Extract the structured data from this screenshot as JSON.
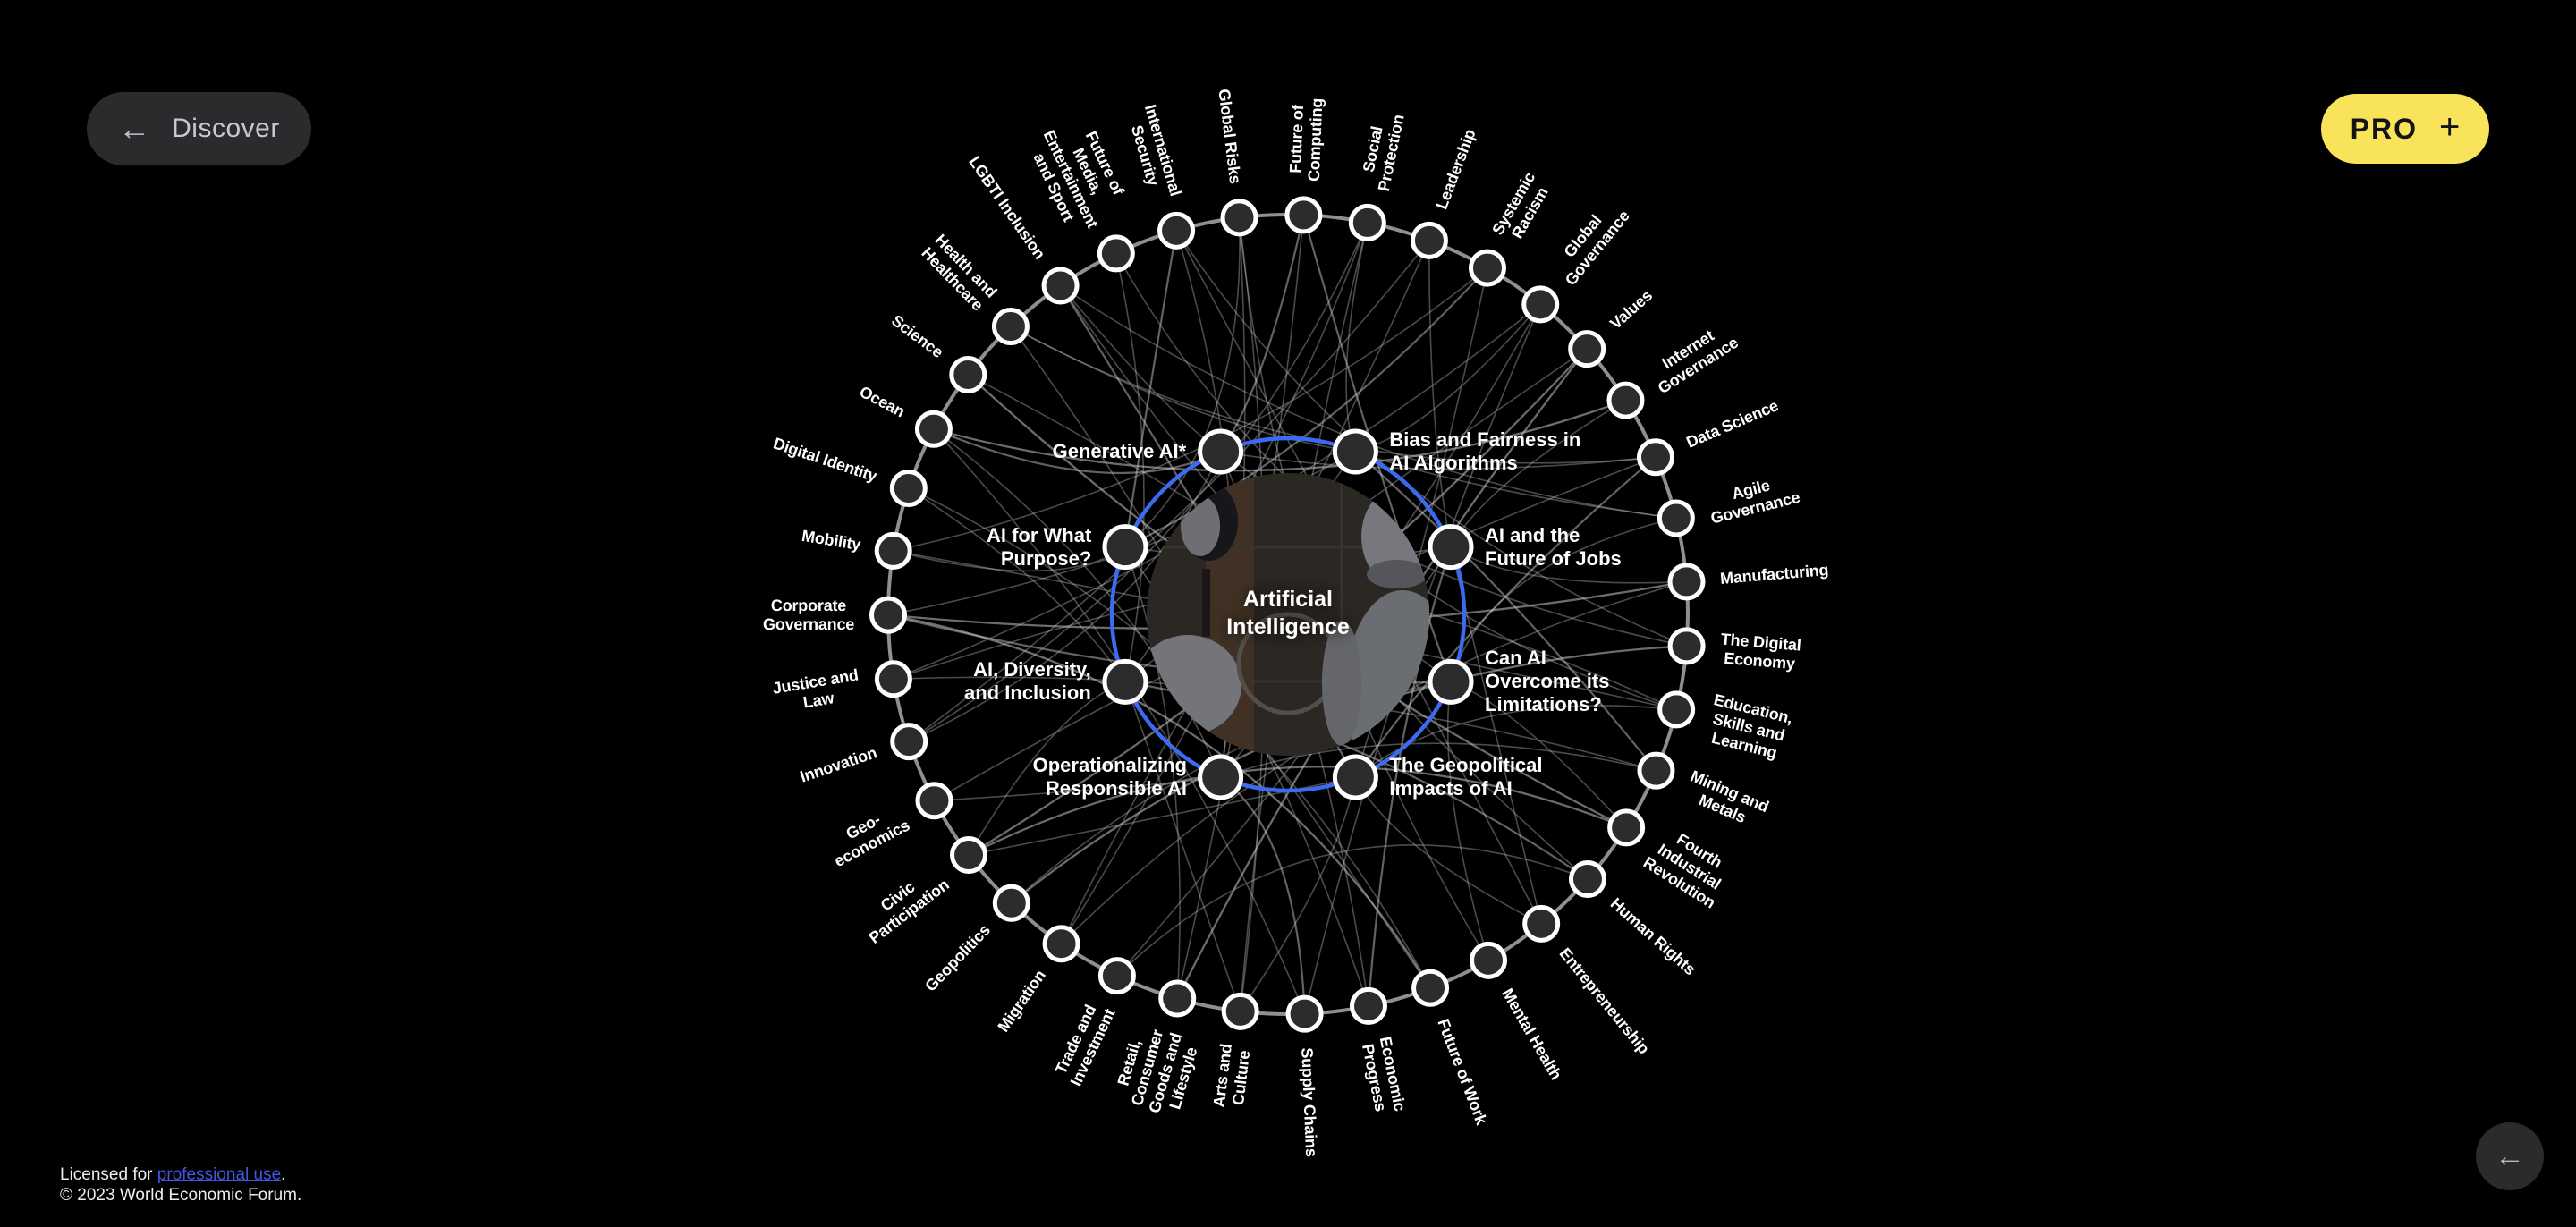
{
  "header": {
    "discover_label": "Discover",
    "back_icon": "arrow-left-icon",
    "pro_label": "PRO",
    "pro_plus": "+"
  },
  "footer": {
    "license_prefix": "Licensed for ",
    "license_link": "professional use",
    "license_suffix": ".",
    "copyright": "© 2023 World Economic Forum."
  },
  "map": {
    "center_title": "Artificial\nIntelligence",
    "colors": {
      "background": "#000000",
      "node_fill": "#2c2c2c",
      "node_stroke": "#ffffff",
      "ring_gray": "#8f8f8f",
      "ring_blue": "#3a6bf0",
      "link_gray": "#c4c4c4",
      "pro_yellow": "#f8e35a",
      "license_link_blue": "#4156e3"
    },
    "inner_topics": [
      {
        "label": "Generative AI*",
        "side": "left",
        "angle": 112.5
      },
      {
        "label": "Bias and Fairness in\nAI Algorithms",
        "side": "right",
        "angle": 67.5
      },
      {
        "label": "AI for What\nPurpose?",
        "side": "left",
        "angle": 157.5
      },
      {
        "label": "AI and the\nFuture of Jobs",
        "side": "right",
        "angle": 22.5
      },
      {
        "label": "AI, Diversity,\nand Inclusion",
        "side": "left",
        "angle": 202.5
      },
      {
        "label": "Can AI\nOvercome its\nLimitations?",
        "side": "right",
        "angle": 337.5
      },
      {
        "label": "Operationalizing\nResponsible AI",
        "side": "left",
        "angle": 247.5
      },
      {
        "label": "The Geopolitical\nImpacts of AI",
        "side": "right",
        "angle": 292.5
      }
    ],
    "outer_topics": [
      {
        "label": "Global Risks"
      },
      {
        "label": "Future of\nComputing"
      },
      {
        "label": "Social\nProtection"
      },
      {
        "label": "Leadership"
      },
      {
        "label": "Systemic\nRacism"
      },
      {
        "label": "Global\nGovernance"
      },
      {
        "label": "Values"
      },
      {
        "label": "Internet\nGovernance"
      },
      {
        "label": "Data Science"
      },
      {
        "label": "Agile\nGovernance"
      },
      {
        "label": "Manufacturing"
      },
      {
        "label": "The Digital\nEconomy"
      },
      {
        "label": "Education,\nSkills and\nLearning"
      },
      {
        "label": "Mining and\nMetals"
      },
      {
        "label": "Fourth\nIndustrial\nRevolution"
      },
      {
        "label": "Human Rights"
      },
      {
        "label": "Entrepreneurship"
      },
      {
        "label": "Mental Health"
      },
      {
        "label": "Future of Work"
      },
      {
        "label": "Economic\nProgress"
      },
      {
        "label": "Supply Chains"
      },
      {
        "label": "Arts and\nCulture"
      },
      {
        "label": "Retail,\nConsumer\nGoods and\nLifestyle"
      },
      {
        "label": "Trade and\nInvestment"
      },
      {
        "label": "Migration"
      },
      {
        "label": "Geopolitics"
      },
      {
        "label": "Civic\nParticipation"
      },
      {
        "label": "Geo-\neconomics"
      },
      {
        "label": "Innovation"
      },
      {
        "label": "Justice and\nLaw"
      },
      {
        "label": "Corporate\nGovernance"
      },
      {
        "label": "Mobility"
      },
      {
        "label": "Digital Identity"
      },
      {
        "label": "Ocean"
      },
      {
        "label": "Science"
      },
      {
        "label": "Health and\nHealthcare"
      },
      {
        "label": "LGBTI Inclusion"
      },
      {
        "label": "Future of\nMedia,\nEntertainment\nand Sport"
      },
      {
        "label": "International\nSecurity"
      }
    ],
    "inner_links": [
      [
        0,
        1
      ],
      [
        0,
        8
      ],
      [
        0,
        11
      ],
      [
        0,
        19
      ],
      [
        0,
        28
      ],
      [
        0,
        33
      ],
      [
        0,
        36
      ],
      [
        1,
        2
      ],
      [
        1,
        5
      ],
      [
        1,
        9
      ],
      [
        1,
        13
      ],
      [
        1,
        24
      ],
      [
        1,
        30
      ],
      [
        1,
        35
      ],
      [
        2,
        0
      ],
      [
        2,
        4
      ],
      [
        2,
        12
      ],
      [
        2,
        18
      ],
      [
        2,
        22
      ],
      [
        2,
        31
      ],
      [
        2,
        38
      ],
      [
        3,
        3
      ],
      [
        3,
        7
      ],
      [
        3,
        10
      ],
      [
        3,
        16
      ],
      [
        3,
        19
      ],
      [
        3,
        23
      ],
      [
        3,
        29
      ],
      [
        4,
        2
      ],
      [
        4,
        6
      ],
      [
        4,
        15
      ],
      [
        4,
        21
      ],
      [
        4,
        26
      ],
      [
        4,
        32
      ],
      [
        4,
        37
      ],
      [
        5,
        1
      ],
      [
        5,
        9
      ],
      [
        5,
        14
      ],
      [
        5,
        17
      ],
      [
        5,
        25
      ],
      [
        5,
        30
      ],
      [
        5,
        34
      ],
      [
        6,
        0
      ],
      [
        6,
        5
      ],
      [
        6,
        13
      ],
      [
        6,
        20
      ],
      [
        6,
        27
      ],
      [
        6,
        33
      ],
      [
        6,
        38
      ],
      [
        7,
        4
      ],
      [
        7,
        8
      ],
      [
        7,
        12
      ],
      [
        7,
        16
      ],
      [
        7,
        21
      ],
      [
        7,
        26
      ],
      [
        7,
        36
      ]
    ],
    "outer_links": [
      [
        0,
        17
      ],
      [
        1,
        22
      ],
      [
        2,
        28
      ],
      [
        3,
        24
      ],
      [
        4,
        31
      ],
      [
        5,
        20
      ],
      [
        6,
        26
      ],
      [
        7,
        33
      ],
      [
        8,
        27
      ],
      [
        9,
        36
      ],
      [
        10,
        30
      ],
      [
        11,
        25
      ],
      [
        12,
        37
      ],
      [
        13,
        29
      ],
      [
        14,
        34
      ],
      [
        15,
        23
      ],
      [
        16,
        38
      ],
      [
        18,
        32
      ],
      [
        19,
        35
      ],
      [
        21,
        0
      ],
      [
        22,
        6
      ],
      [
        24,
        10
      ],
      [
        26,
        14
      ],
      [
        28,
        3
      ],
      [
        30,
        18
      ],
      [
        31,
        12
      ],
      [
        33,
        20
      ],
      [
        35,
        8
      ],
      [
        36,
        15
      ],
      [
        38,
        11
      ],
      [
        2,
        21
      ],
      [
        5,
        29
      ]
    ]
  }
}
